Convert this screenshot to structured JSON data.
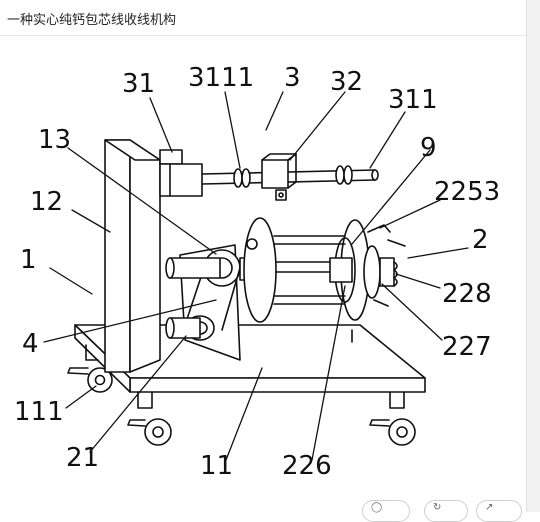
{
  "window": {
    "title": "一种实心纯钙包芯线收线机构"
  },
  "figure": {
    "labels": {
      "l31": "31",
      "l3111": "3111",
      "l3": "3",
      "l32": "32",
      "l311": "311",
      "l13": "13",
      "l9": "9",
      "l2253": "2253",
      "l12": "12",
      "l2": "2",
      "l1": "1",
      "l228": "228",
      "l4": "4",
      "l227": "227",
      "l111": "111",
      "l21": "21",
      "l11": "11",
      "l226": "226"
    }
  },
  "toolbar": {
    "icons": [
      "zoom-icon",
      "rotate-icon",
      "share-icon"
    ]
  }
}
